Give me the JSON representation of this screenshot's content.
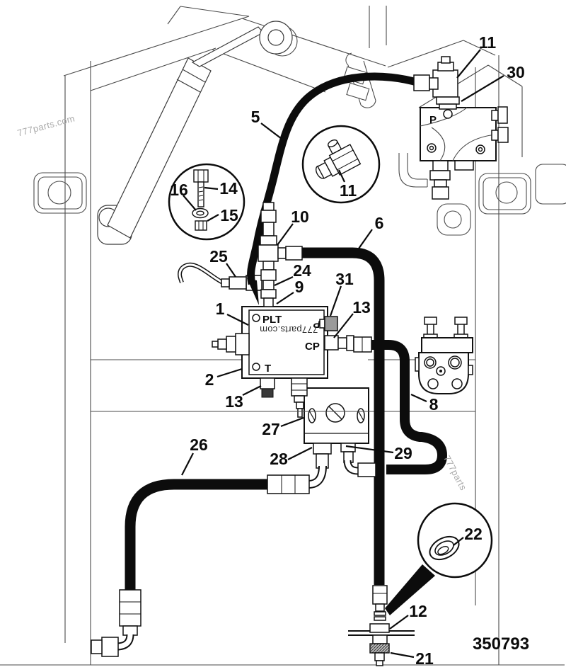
{
  "part_number": "350793",
  "watermarks": {
    "top_left": "777parts.com",
    "block": "777parts.com",
    "right_side": "777parts"
  },
  "ports": {
    "plt": "PLT",
    "p_rotated": "P",
    "cp": "CP",
    "t": "T",
    "valve_p": "P"
  },
  "callouts": {
    "c1": "1",
    "c2": "2",
    "c5": "5",
    "c6": "6",
    "c8": "8",
    "c9": "9",
    "c10": "10",
    "c11_top": "11",
    "c11_detail": "11",
    "c12": "12",
    "c13_right": "13",
    "c13_bottom": "13",
    "c14": "14",
    "c15": "15",
    "c16": "16",
    "c21": "21",
    "c22": "22",
    "c24": "24",
    "c25": "25",
    "c26": "26",
    "c27": "27",
    "c28": "28",
    "c29": "29",
    "c30": "30",
    "c31": "31"
  },
  "colors": {
    "port31_fill": "#9a9a9a",
    "hose": "#0c0c0c",
    "watermark": "#a9a9a9"
  }
}
